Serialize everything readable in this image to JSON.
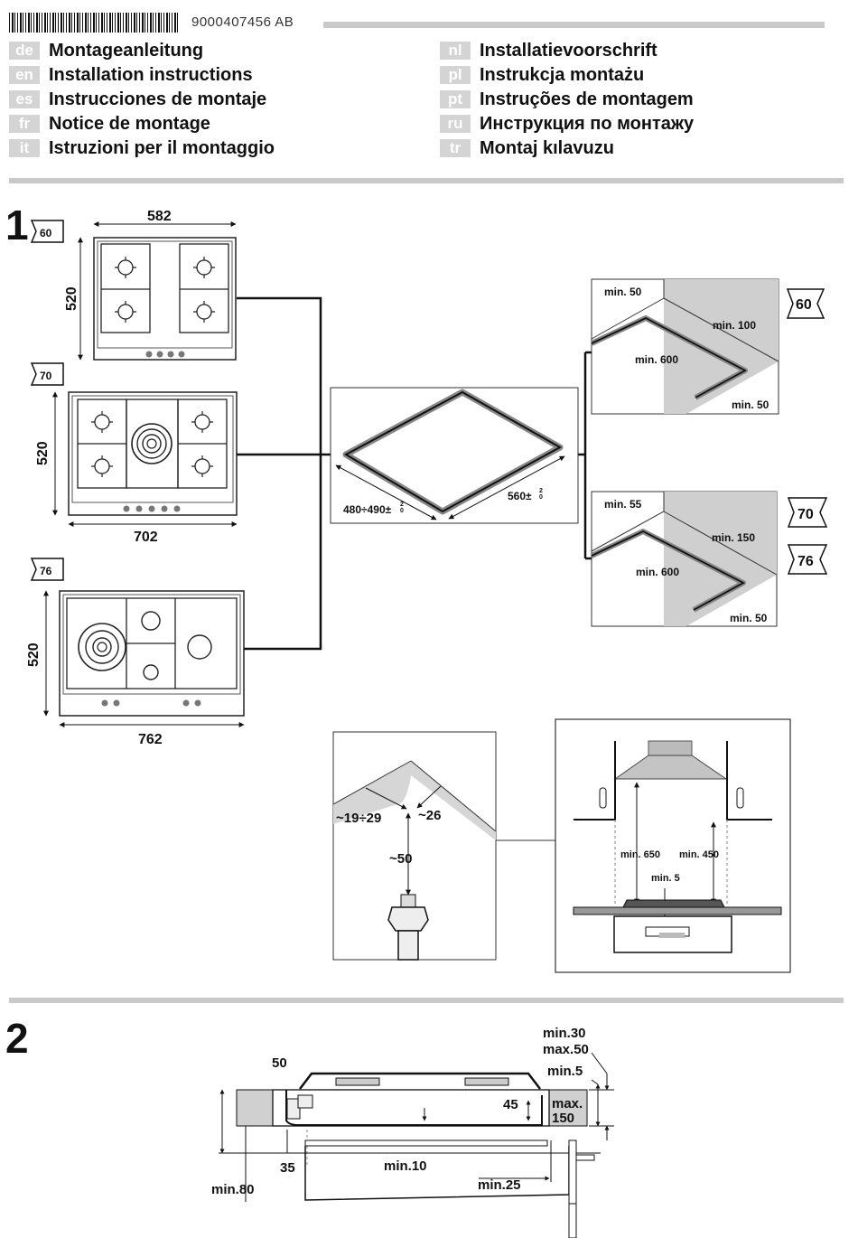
{
  "header": {
    "document_number": "9000407456 AB"
  },
  "languages_left": [
    {
      "code": "de",
      "title": "Montageanleitung"
    },
    {
      "code": "en",
      "title": "Installation instructions"
    },
    {
      "code": "es",
      "title": "Instrucciones de montaje"
    },
    {
      "code": "fr",
      "title": "Notice de montage"
    },
    {
      "code": "it",
      "title": "Istruzioni per il montaggio"
    }
  ],
  "languages_right": [
    {
      "code": "nl",
      "title": "Installatievoorschrift"
    },
    {
      "code": "pl",
      "title": "Instrukcja montażu"
    },
    {
      "code": "pt",
      "title": "Instruções de montagem"
    },
    {
      "code": "ru",
      "title": "Инструкция по монтажу"
    },
    {
      "code": "tr",
      "title": "Montaj kılavuzu"
    }
  ],
  "step1": {
    "number": "1",
    "hob60": {
      "tag": "60",
      "width": "582",
      "depth": "520"
    },
    "hob70": {
      "tag": "70",
      "width": "702",
      "depth": "520"
    },
    "hob76": {
      "tag": "76",
      "width": "762",
      "depth": "520"
    },
    "cutout": {
      "depth": "480÷490±",
      "depth_tol": "2\n0",
      "width": "560±",
      "width_tol": "2\n0"
    },
    "clear60": {
      "tag": "60",
      "back": "min. 50",
      "wall": "min. 100",
      "front_depth": "min. 600",
      "front": "min. 50"
    },
    "clear7076": {
      "tag_a": "70",
      "tag_b": "76",
      "back": "min. 55",
      "wall": "min. 150",
      "front_depth": "min. 600",
      "front": "min. 50"
    },
    "gas": {
      "a": "~19÷29",
      "b": "~26",
      "c": "~50"
    },
    "hood": {
      "left": "min. 650",
      "right": "min. 450",
      "bottom": "min. 5"
    }
  },
  "step2": {
    "number": "2",
    "labels": {
      "top_a": "min.30",
      "top_b": "max.50",
      "min5": "min.5",
      "fifty": "50",
      "forty_five": "45",
      "max": "max.",
      "one_fifty": "150",
      "thirty_five": "35",
      "min10": "min.10",
      "min25": "min.25",
      "min80": "min.80"
    }
  }
}
